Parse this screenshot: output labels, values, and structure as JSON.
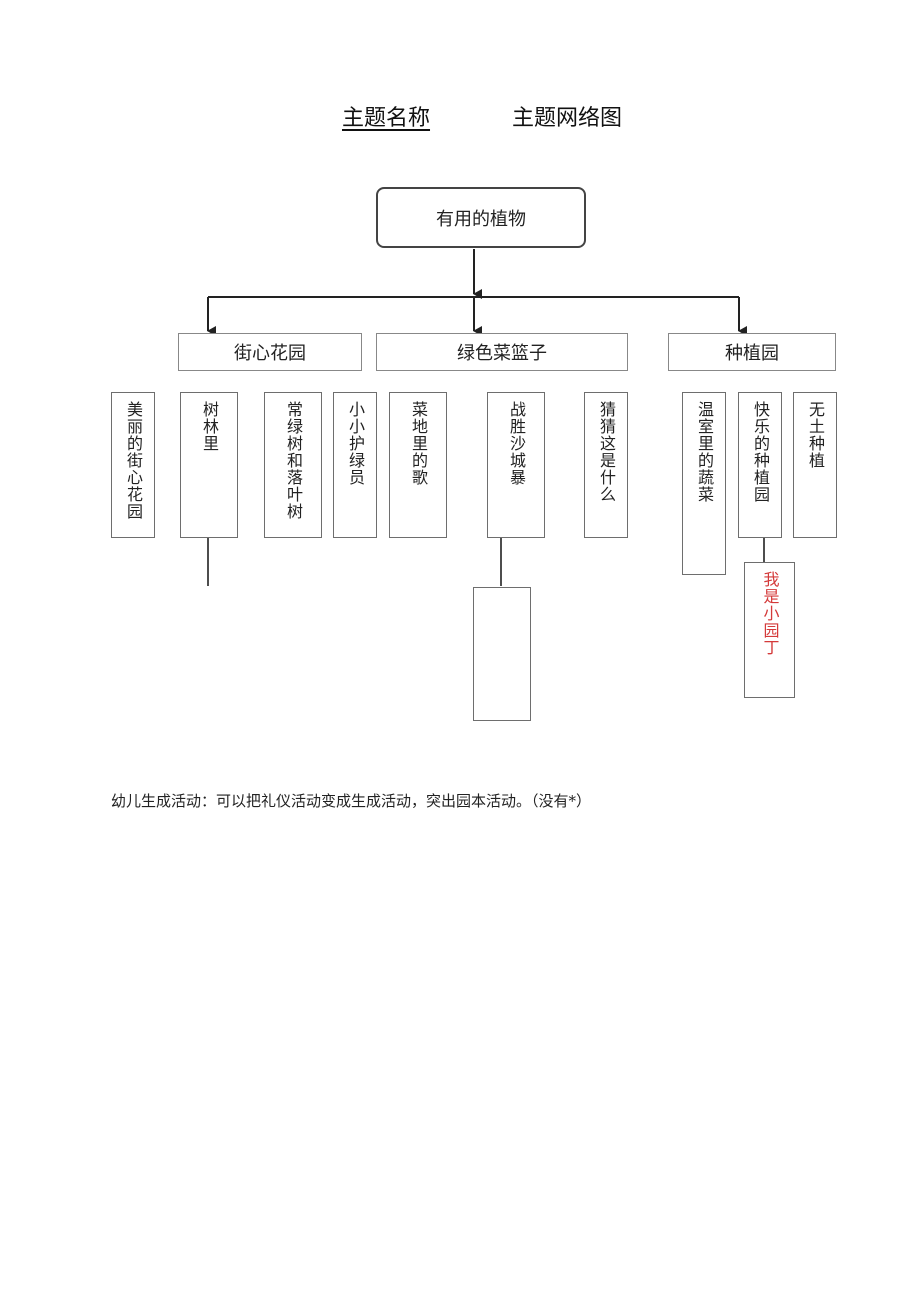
{
  "heading": {
    "left": "主题名称",
    "right": "主题网络图"
  },
  "diagram": {
    "root": "有用的植物",
    "categories": [
      {
        "label": "街心花园",
        "activities": [
          "美丽的街心花园",
          "树林里",
          "常绿树和落叶树",
          "小小护绿员"
        ]
      },
      {
        "label": "绿色菜篮子",
        "activities": [
          "菜地里的歌",
          "战胜沙城暴",
          "猜猜这是什么"
        ]
      },
      {
        "label": "种植园",
        "activities": [
          "温室里的蔬菜",
          "快乐的种植园",
          "无土种植"
        ]
      }
    ],
    "sub_activities": [
      "",
      "",
      "我是小园丁"
    ],
    "colors": {
      "highlight": "#d43a3a",
      "line": "#222222"
    }
  },
  "footnote": "幼儿生成活动：可以把礼仪活动变成生成活动，突出园本活动。（没有*）"
}
